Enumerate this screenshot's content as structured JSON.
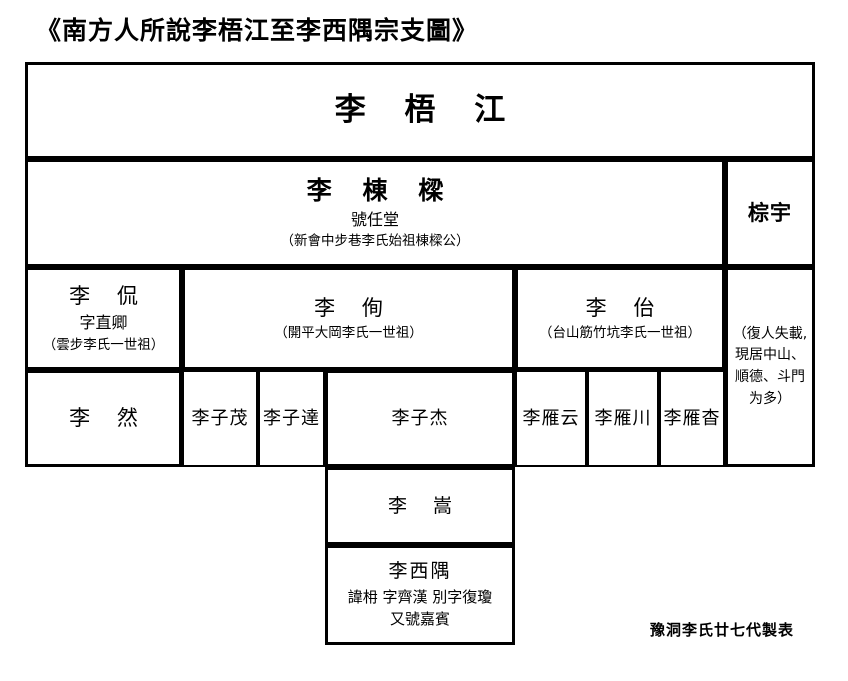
{
  "title": "《南方人所說李梧江至李西隅宗支圖》",
  "footer": "豫洞李氏廿七代製表",
  "generation1": {
    "name": "李 梧 江"
  },
  "generation2": {
    "name": "李 棟 樑",
    "hao": "號任堂",
    "note": "（新會中步巷李氏始祖棟樑公）",
    "side_branch": "棕宇",
    "side_note_lines": [
      "（復人失載,",
      "現居中山、",
      "順德、斗門",
      "为多）"
    ]
  },
  "generation3": [
    {
      "name": "李 侃",
      "zi": "字直卿",
      "note": "（雲步李氏一世祖）"
    },
    {
      "name": "李 侚",
      "zi": "",
      "note": "（開平大岡李氏一世祖）"
    },
    {
      "name": "李 佁",
      "zi": "",
      "note": "（台山筋竹坑李氏一世祖）"
    }
  ],
  "generation4": [
    {
      "name": "李 然"
    },
    {
      "name": "李子茂"
    },
    {
      "name": "李子達"
    },
    {
      "name": "李子杰"
    },
    {
      "name": "李雁云"
    },
    {
      "name": "李雁川"
    },
    {
      "name": "李雁杳"
    }
  ],
  "generation5": {
    "name": "李 嵩"
  },
  "generation6": {
    "name": "李西隅",
    "line2": "諱枏 字齊漢 別字復瓊",
    "line3": "又號嘉賓"
  }
}
